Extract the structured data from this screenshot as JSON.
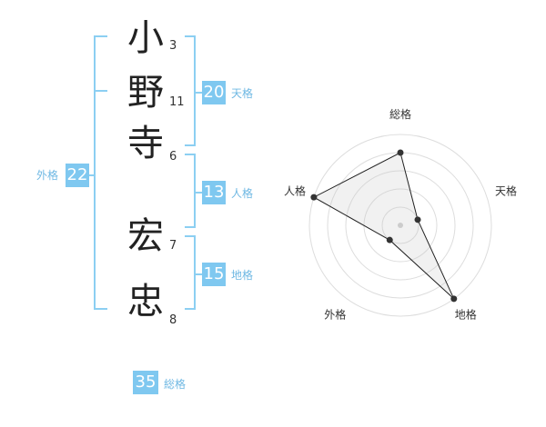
{
  "name_chars": [
    {
      "char": "小",
      "strokes": "3"
    },
    {
      "char": "野",
      "strokes": "11"
    },
    {
      "char": "寺",
      "strokes": "6"
    },
    {
      "char": "宏",
      "strokes": "7"
    },
    {
      "char": "忠",
      "strokes": "8"
    }
  ],
  "kakusu": {
    "tenkaku": {
      "label": "天格",
      "value": "20"
    },
    "jinkaku": {
      "label": "人格",
      "value": "13"
    },
    "chikaku": {
      "label": "地格",
      "value": "15"
    },
    "gaikaku": {
      "label": "外格",
      "value": "22"
    },
    "soukaku": {
      "label": "総格",
      "value": "35"
    }
  },
  "colors": {
    "accent": "#7fc8f0",
    "bracket": "#8ccff2",
    "text": "#222222"
  },
  "chart_data": {
    "type": "radar",
    "axes": [
      "総格",
      "天格",
      "地格",
      "外格",
      "人格"
    ],
    "levels": 5,
    "range": [
      0,
      5
    ],
    "values": [
      4,
      1,
      5,
      1,
      5
    ]
  }
}
